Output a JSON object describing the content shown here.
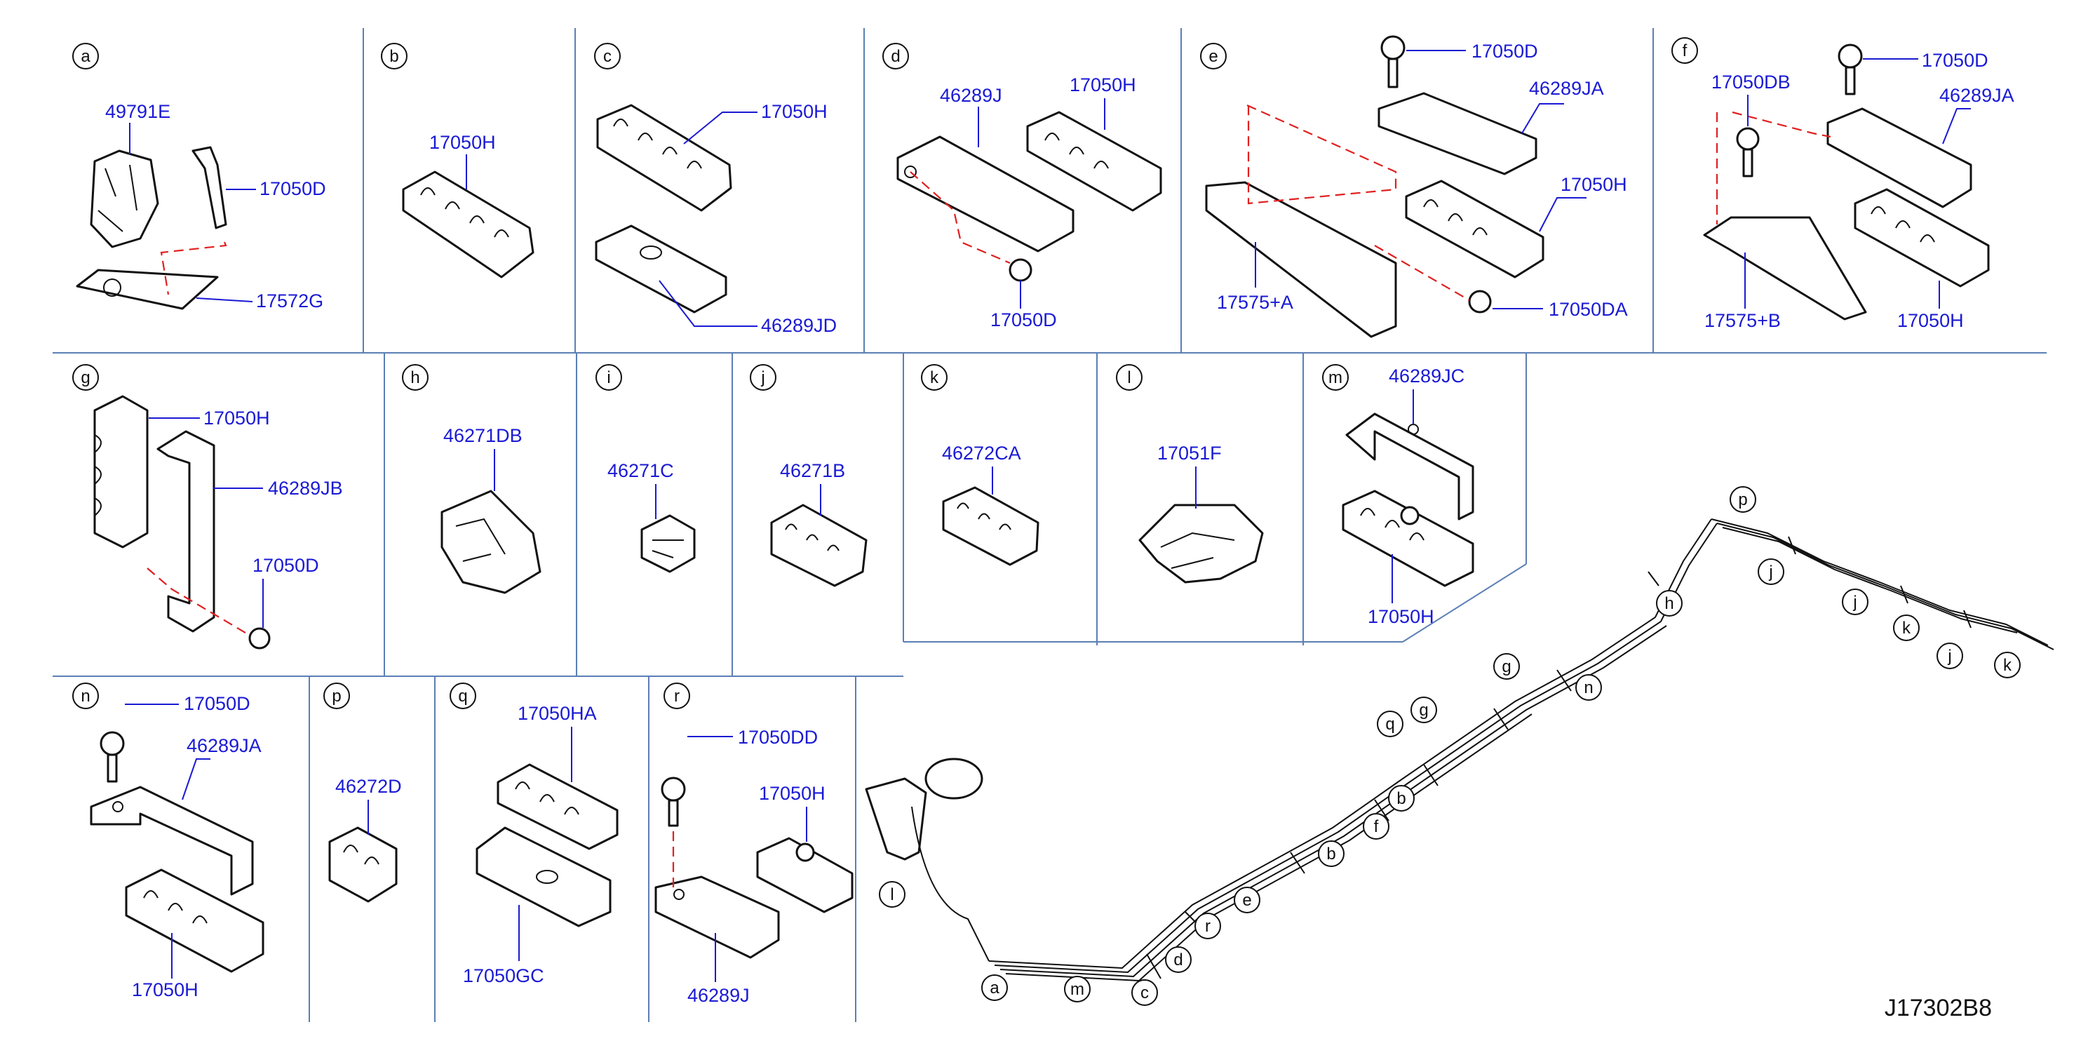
{
  "sections": [
    {
      "key": "a",
      "labels": [
        "49791E",
        "17050D",
        "17572G"
      ]
    },
    {
      "key": "b",
      "labels": [
        "17050H"
      ]
    },
    {
      "key": "c",
      "labels": [
        "17050H",
        "46289JD"
      ]
    },
    {
      "key": "d",
      "labels": [
        "46289J",
        "17050H",
        "17050D"
      ]
    },
    {
      "key": "e",
      "labels": [
        "17050D",
        "46289JA",
        "17050H",
        "17575+A",
        "17050DA"
      ]
    },
    {
      "key": "f",
      "labels": [
        "17050DB",
        "17050D",
        "46289JA",
        "17050H",
        "17575+B"
      ]
    },
    {
      "key": "g",
      "labels": [
        "17050H",
        "46289JB",
        "17050D"
      ]
    },
    {
      "key": "h",
      "labels": [
        "46271DB"
      ]
    },
    {
      "key": "i",
      "labels": [
        "46271C"
      ]
    },
    {
      "key": "j",
      "labels": [
        "46271B"
      ]
    },
    {
      "key": "k",
      "labels": [
        "46272CA"
      ]
    },
    {
      "key": "l",
      "labels": [
        "17051F"
      ]
    },
    {
      "key": "m",
      "labels": [
        "46289JC",
        "17050H"
      ]
    },
    {
      "key": "n",
      "labels": [
        "17050D",
        "46289JA",
        "17050H"
      ]
    },
    {
      "key": "p",
      "labels": [
        "46272D"
      ]
    },
    {
      "key": "q",
      "labels": [
        "17050HA",
        "17050GC"
      ]
    },
    {
      "key": "r",
      "labels": [
        "17050DD",
        "17050H",
        "46289J"
      ]
    }
  ],
  "overview_callouts": [
    "a",
    "m",
    "c",
    "d",
    "r",
    "e",
    "b",
    "f",
    "b",
    "q",
    "g",
    "g",
    "n",
    "h",
    "p",
    "j",
    "j",
    "k",
    "j",
    "k",
    "l"
  ],
  "drawing_number": "J17302B8",
  "colors": {
    "part_number": "#1a1ad4",
    "divider": "#5b7fb5",
    "dashed_guide": "#e02020",
    "line": "#111111"
  }
}
